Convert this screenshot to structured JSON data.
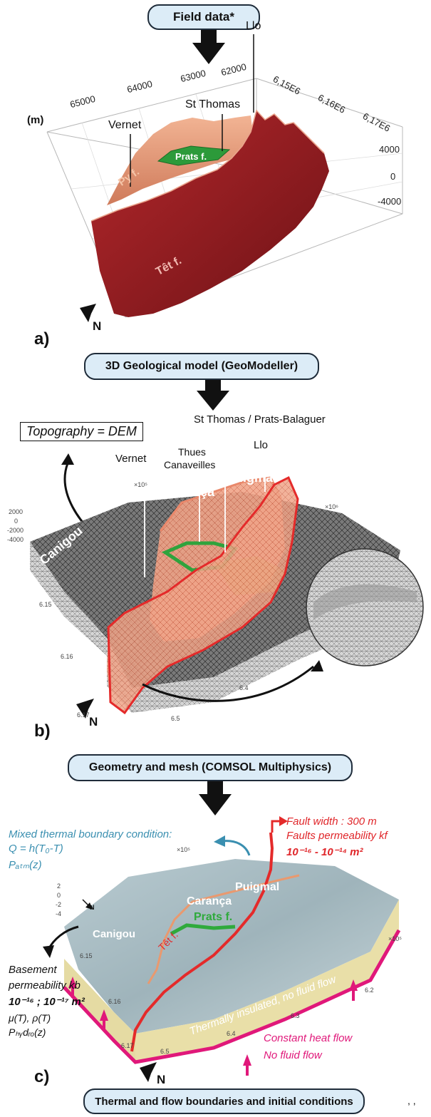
{
  "stages": {
    "field_data": "Field data*",
    "geo_model": "3D Geological model (GeoModeller)",
    "mesh": "Geometry and mesh (COMSOL Multiphysics)",
    "boundaries": "Thermal and flow boundaries and initial conditions"
  },
  "panel_labels": {
    "a": "a)",
    "b": "b)",
    "c": "c)"
  },
  "north": "N",
  "panel_a": {
    "unit": "(m)",
    "x_ticks": [
      "65000",
      "64000",
      "63000",
      "62000"
    ],
    "y_ticks": [
      "6,15E6",
      "6,16E6",
      "6,17E6"
    ],
    "z_ticks": [
      "4000",
      "0",
      "-4000"
    ],
    "places": {
      "llo": "Llo",
      "st_thomas": "St Thomas",
      "vernet": "Vernet"
    },
    "faults": {
      "prats": "Prats f.",
      "py": "Py f.",
      "tet": "Têt f."
    }
  },
  "panel_b": {
    "topography": "Topography = DEM",
    "places": {
      "vernet": "Vernet",
      "thues": "Thues",
      "canaveilles": "Canaveilles",
      "st_thomas": "St Thomas / Prats-Balaguer",
      "llo": "Llo"
    },
    "massifs": {
      "canigou": "Canigou",
      "caranca": "Carança",
      "puigmal": "Puigmal"
    },
    "z_ticks": [
      "2000",
      "0",
      "-2000",
      "-4000"
    ],
    "y_ticks": [
      "6.15",
      "6.16",
      "6.17"
    ],
    "x_ticks": [
      "6.4",
      "6.5"
    ],
    "scale_left": "×10⁵",
    "scale_right": "×10⁶"
  },
  "panel_c": {
    "thermal_title": "Mixed thermal boundary condition:",
    "thermal_eq": "Q = h(T₀-T)",
    "patm": "Pₐₜₘ(z)",
    "fault_width": "Fault width : 300 m",
    "fault_perm": "Faults permeability kf",
    "fault_perm_range": "10⁻¹⁶ - 10⁻¹⁴ m²",
    "massifs": {
      "puigmal": "Puigmal",
      "caranca": "Carança",
      "prats": "Prats f.",
      "canigou": "Canigou",
      "tet": "Têt f."
    },
    "basement_1": "Basement",
    "basement_2": "permeability kb",
    "basement_3": "10⁻¹⁶ ; 10⁻¹⁷ m²",
    "mu": "μ(T), ρ(T)",
    "phydro": "Pₕᵧdᵣₒ(z)",
    "insulated": "Thermally insulated, no fluid flow",
    "heat_flow": "Constant heat flow",
    "no_fluid": "No fluid flow",
    "z_ticks": [
      "2",
      "0",
      "-2",
      "-4"
    ],
    "y_ticks": [
      "6.15",
      "6.16",
      "6.17"
    ],
    "x_ticks": [
      "6.2",
      "6.3",
      "6.4",
      "6.5"
    ],
    "scale_top": "×10⁵",
    "scale_right": "×10⁵",
    "compass": "N"
  },
  "footnote": ", ,"
}
